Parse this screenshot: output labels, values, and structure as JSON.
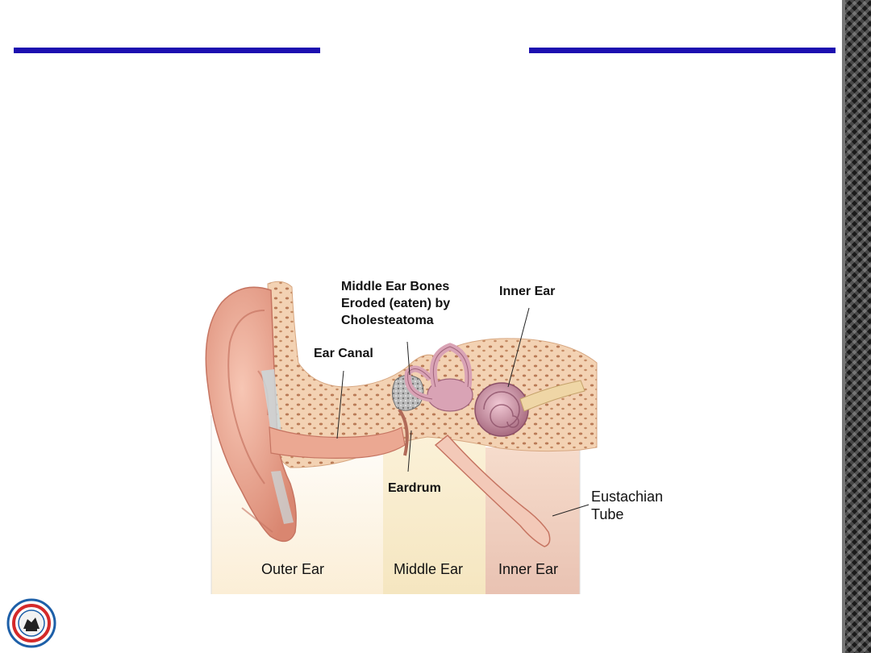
{
  "labels": {
    "middle_ear_bones": [
      "Middle Ear Bones",
      "Eroded (eaten) by",
      "Cholesteatoma"
    ],
    "inner_ear_top": "Inner Ear",
    "ear_canal": "Ear Canal",
    "eardrum": "Eardrum",
    "eustachian_tube": [
      "Eustachian",
      "Tube"
    ],
    "regions": [
      "Outer Ear",
      "Middle Ear",
      "Inner Ear"
    ]
  },
  "colors": {
    "accent_bar": "#1c0fb0",
    "skin": "#e9a48f",
    "bone": "#f3d2b3",
    "inner_ear": "#c98aa0"
  }
}
